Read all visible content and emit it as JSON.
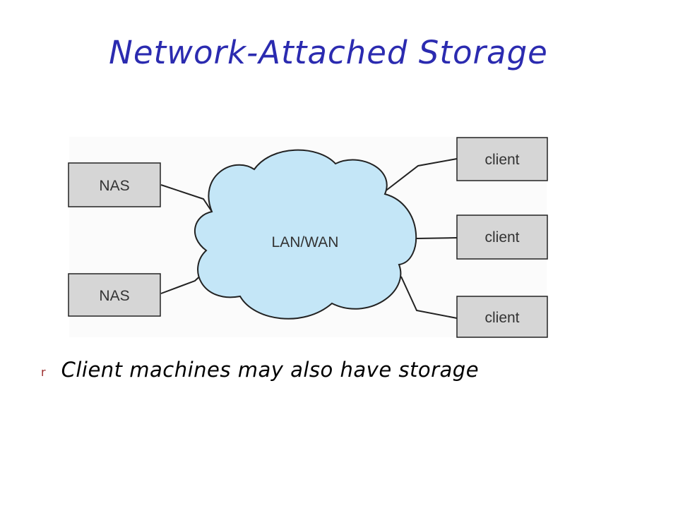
{
  "title": "Network-Attached Storage",
  "colors": {
    "title": "#2b2bb0",
    "cloud_fill": "#c4e6f7",
    "box_fill": "#d6d6d6",
    "bullet": "#9b2c2c"
  },
  "diagram": {
    "cloud_label": "LAN/WAN",
    "storage_nodes": [
      {
        "label": "NAS"
      },
      {
        "label": "NAS"
      }
    ],
    "client_nodes": [
      {
        "label": "client"
      },
      {
        "label": "client"
      },
      {
        "label": "client"
      }
    ]
  },
  "bullet": {
    "marker": "r",
    "text": "Client machines may also have storage"
  }
}
